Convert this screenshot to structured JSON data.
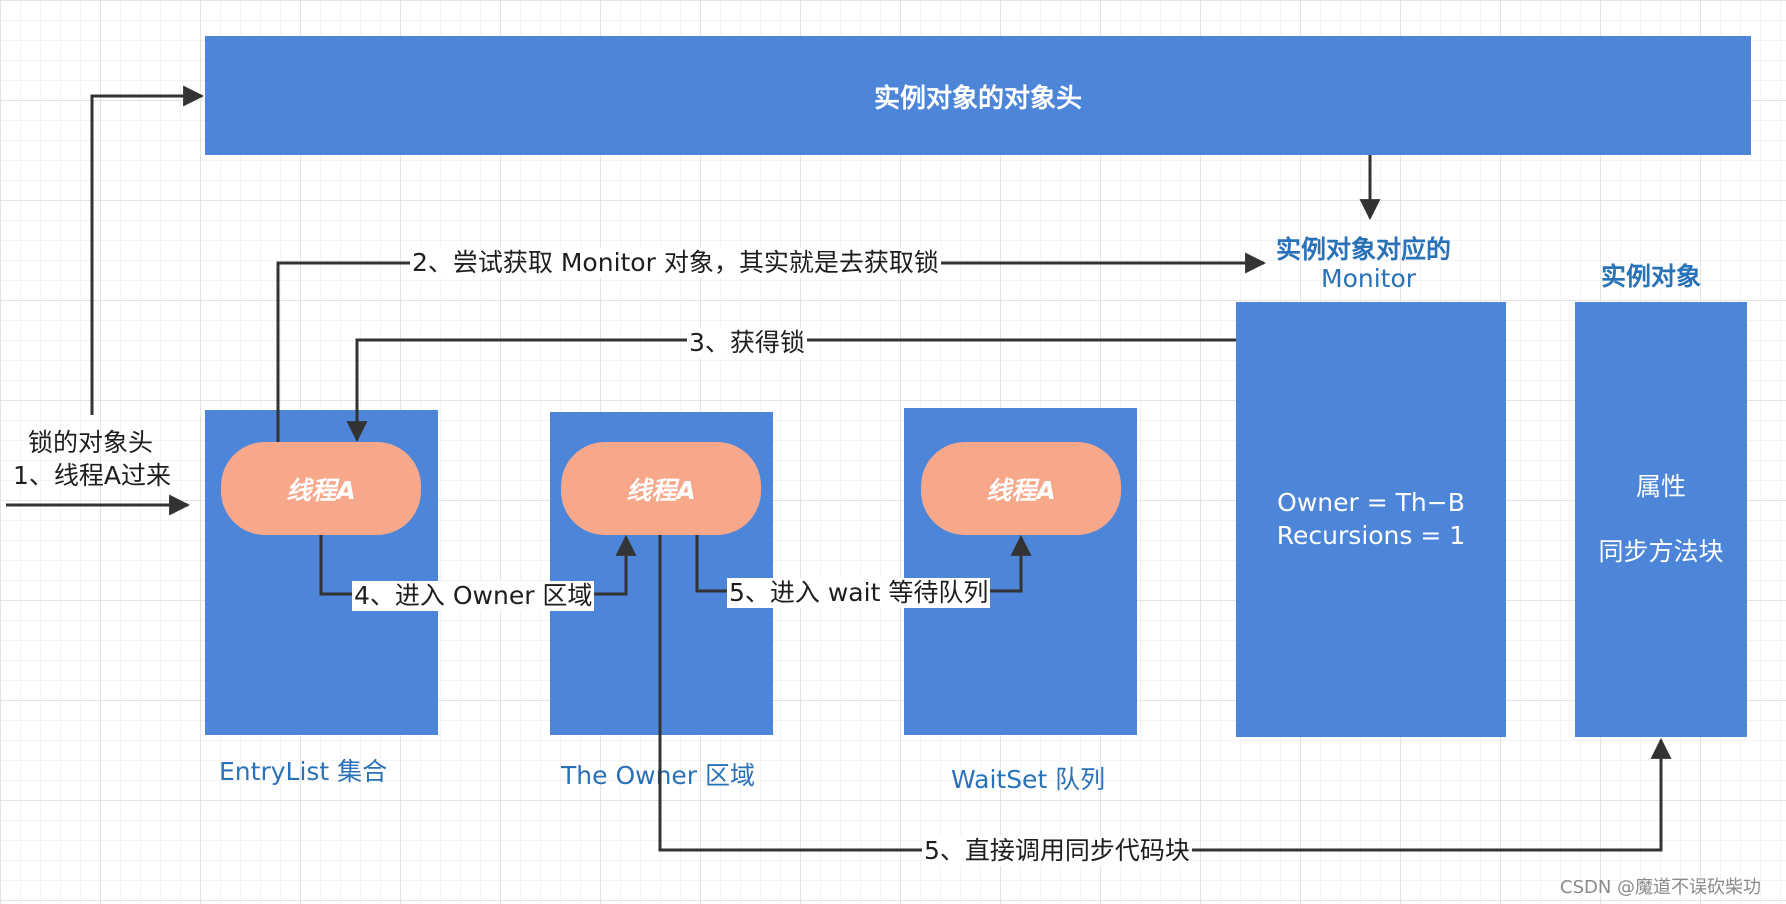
{
  "header": {
    "title": "实例对象的对象头"
  },
  "sections": {
    "entry_list": {
      "caption": "EntryList 集合",
      "thread": "线程A"
    },
    "owner_area": {
      "caption": "The Owner 区域",
      "thread": "线程A"
    },
    "wait_set": {
      "caption": "WaitSet 队列",
      "thread": "线程A"
    },
    "monitor": {
      "caption_line1": "实例对象对应的",
      "caption_line2": "Monitor",
      "owner_line": "Owner = Th−B",
      "recursions_line": "Recursions = 1"
    },
    "instance": {
      "caption": "实例对象",
      "line1": "属性",
      "line2": "同步方法块"
    }
  },
  "steps": {
    "step1_line1": "锁的对象头",
    "step1_line2": "1、线程A过来",
    "step2": "2、尝试获取 Monitor 对象，其实就是去获取锁",
    "step3": "3、获得锁",
    "step4": "4、进入 Owner 区域",
    "step5_wait": "5、进入 wait 等待队列",
    "step5_call": "5、直接调用同步代码块"
  },
  "watermark": "CSDN @魔道不误砍柴功",
  "colors": {
    "box_blue": "#4d86d9",
    "pill_salmon": "#f8a88a",
    "caption_blue": "#2a72b8",
    "arrow": "#333333"
  }
}
